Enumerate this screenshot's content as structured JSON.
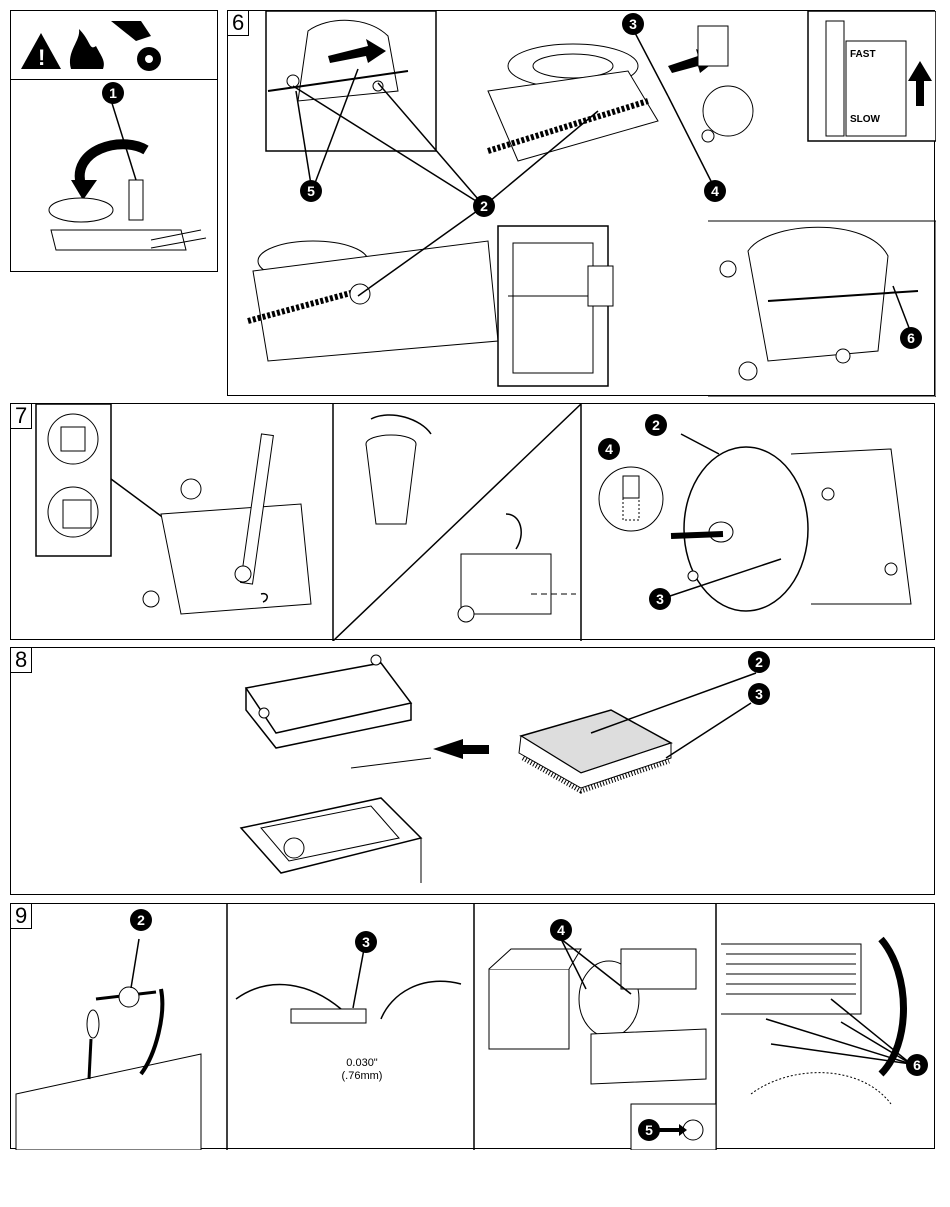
{
  "step6": {
    "number": "6",
    "fast_label": "FAST",
    "slow_label": "SLOW"
  },
  "step7": {
    "number": "7"
  },
  "step8": {
    "number": "8"
  },
  "step9": {
    "number": "9",
    "gap_inch": "0.030\"",
    "gap_mm": "(.76mm)"
  },
  "callouts": {
    "c1": "1",
    "c2": "2",
    "c3": "3",
    "c4": "4",
    "c5": "5",
    "c6": "6"
  },
  "icons": [
    "warning-triangle-icon",
    "fire-icon",
    "hand-blade-icon"
  ]
}
